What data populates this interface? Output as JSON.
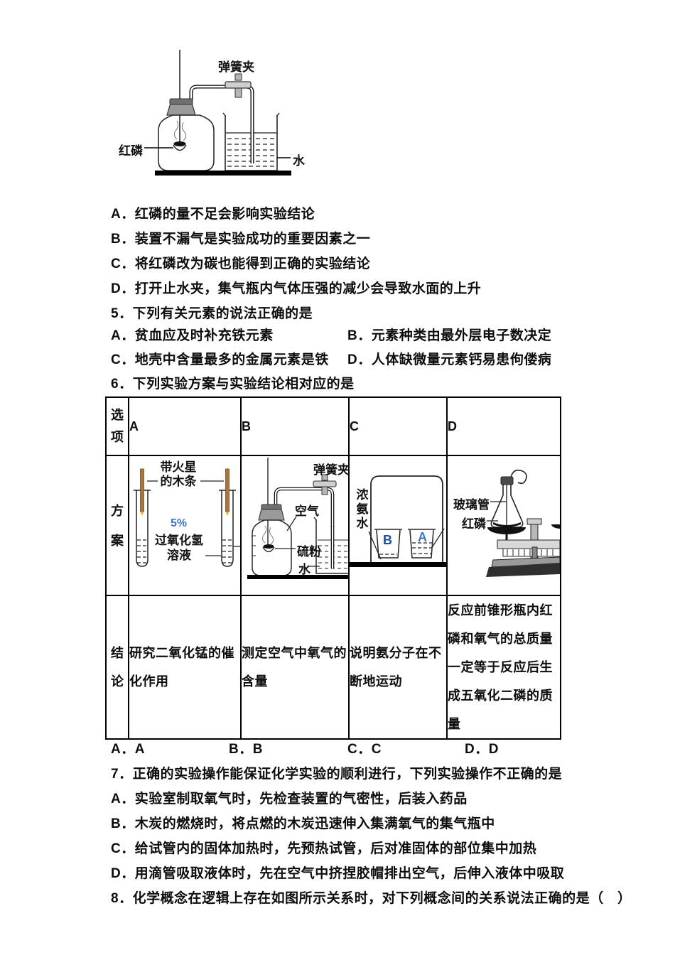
{
  "colors": {
    "text": "#0d0d0d",
    "blue_label": "#4472c4",
    "wood": "#a8763e",
    "spark": "#e6b32a",
    "stopper_gray": "#8c8c8c"
  },
  "q4": {
    "figure": {
      "clamp": "弹簧夹",
      "red_phosphorus": "红磷",
      "water": "水"
    },
    "options": [
      "A．红磷的量不足会影响实验结论",
      "B．装置不漏气是实验成功的重要因素之一",
      "C．将红磷改为碳也能得到正确的实验结论",
      "D．打开止水夹，集气瓶内气体压强的减少会导致水面的上升"
    ]
  },
  "q5": {
    "stem": "5．下列有关元素的说法正确的是",
    "optA": "A．贫血应及时补充铁元素",
    "optB": "B．元素种类由最外层电子数决定",
    "optC": "C．地壳中含量最多的金属元素是铁",
    "optD": "D．人体缺微量元素钙易患佝偻病"
  },
  "q6": {
    "stem": "6．下列实验方案与实验结论相对应的是",
    "table": {
      "corner": "选项",
      "row_plan": "方案",
      "row_conclusion": "结论",
      "cols": [
        "A",
        "B",
        "C",
        "D"
      ],
      "planA": {
        "splint": "带火星的木条",
        "pct": "5%",
        "solution": "过氧化氢溶液"
      },
      "planB": {
        "clamp": "弹簧夹",
        "air": "空气",
        "sulfur": "硫粉",
        "water": "水"
      },
      "planC": {
        "ammonia": "浓氨水",
        "left_beaker": "B",
        "right_beaker": "A"
      },
      "planD": {
        "glass_tube": "玻璃管",
        "red_phosphorus": "红磷"
      },
      "conclusions": [
        "研究二氧化锰的催化作用",
        "测定空气中氧气的含量",
        "说明氨分子在不断地运动",
        "反应前锥形瓶内红磷和氧气的总质量一定等于反应后生成五氧化二磷的质量"
      ]
    },
    "answers": [
      "A．A",
      "B．B",
      "C．C",
      "D．D"
    ]
  },
  "q7": {
    "stem": "7．正确的实验操作能保证化学实验的顺利进行，下列实验操作不正确的是",
    "options": [
      "A．实验室制取氧气时，先检查装置的气密性，后装入药品",
      "B．木炭的燃烧时，将点燃的木炭迅速伸入集满氧气的集气瓶中",
      "C．给试管内的固体加热时，先预热试管，后对准固体的部位集中加热",
      "D．用滴管吸取液体时，先在空气中挤捏胶帽排出空气，后伸入液体中吸取"
    ]
  },
  "q8": {
    "stem": "8．化学概念在逻辑上存在如图所示关系时，对下列概念间的关系说法正确的是（　）"
  }
}
